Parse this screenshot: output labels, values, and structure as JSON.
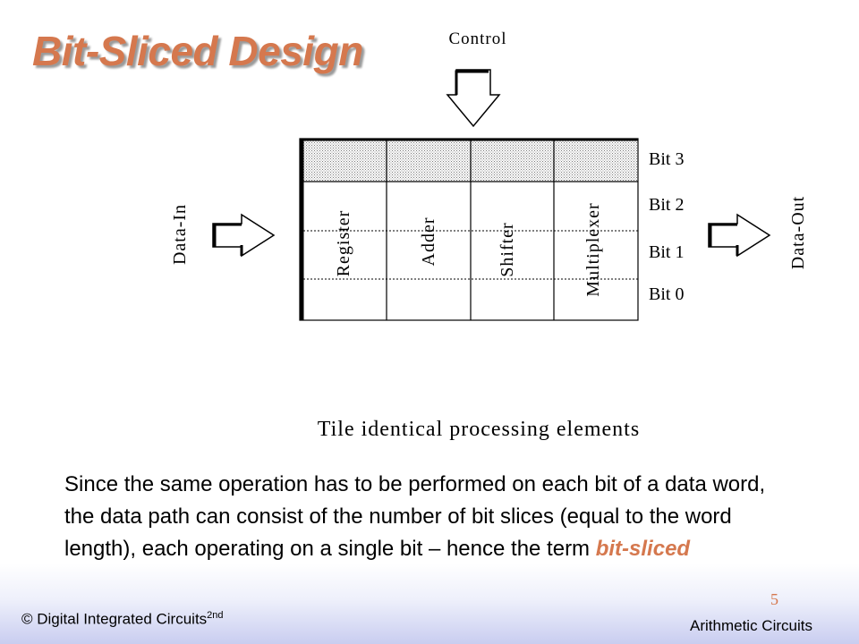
{
  "slide": {
    "title": "Bit-Sliced Design",
    "diagram": {
      "control_label": "Control",
      "input_label": "Data-In",
      "output_label": "Data-Out",
      "columns": [
        "Register",
        "Adder",
        "Shifter",
        "Multiplexer"
      ],
      "rows": [
        "Bit 3",
        "Bit 2",
        "Bit 1",
        "Bit 0"
      ],
      "caption": "Tile identical processing elements"
    },
    "body": {
      "text": "Since the same operation has to be performed on each bit of a data word, the data path can consist of the number of bit slices (equal to the word length), each operating on a single bit – hence the term ",
      "emphasis": "bit-sliced"
    },
    "footer": {
      "copyright": "© Digital Integrated Circuits",
      "edition": "2nd",
      "page_number": "5",
      "section": "Arithmetic Circuits"
    }
  },
  "colors": {
    "accent": "#d5784e",
    "footer_gradient_end": "#c9cdf0"
  }
}
